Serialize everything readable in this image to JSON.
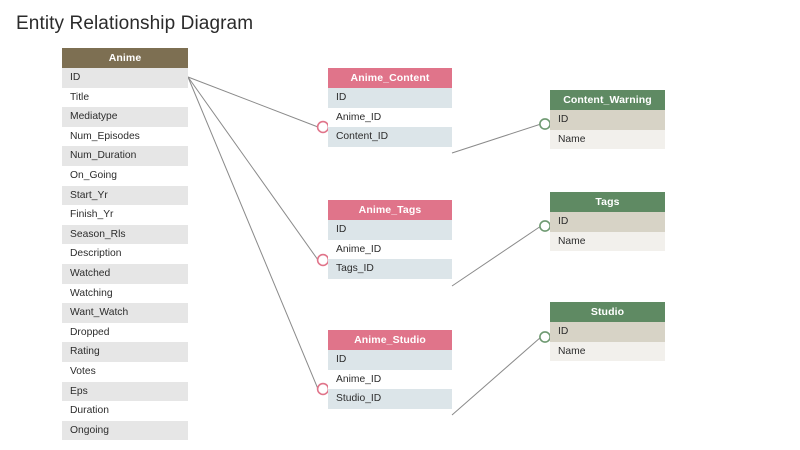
{
  "title": "Entity Relationship Diagram",
  "colors": {
    "anime_header": "#7d6f52",
    "junction_header": "#e0748a",
    "lookup_header": "#5f8a63",
    "anime_row_alt": "#e6e6e6",
    "junction_row_alt": "#dce5e9",
    "lookup_row_alt": "#d7d3c6",
    "connector_line": "#8a8a8a",
    "fk_marker": "#e0748a",
    "pk_marker": "#6f9a72",
    "title_text": "#2b2b2b",
    "background": "#ffffff"
  },
  "entities": {
    "anime": {
      "name": "Anime",
      "fields": [
        "ID",
        "Title",
        "Mediatype",
        "Num_Episodes",
        "Num_Duration",
        "On_Going",
        "Start_Yr",
        "Finish_Yr",
        "Season_Rls",
        "Description",
        "Watched",
        "Watching",
        "Want_Watch",
        "Dropped",
        "Rating",
        "Votes",
        "Eps",
        "Duration",
        "Ongoing"
      ]
    },
    "anime_content": {
      "name": "Anime_Content",
      "fields": [
        "ID",
        "Anime_ID",
        "Content_ID"
      ]
    },
    "anime_tags": {
      "name": "Anime_Tags",
      "fields": [
        "ID",
        "Anime_ID",
        "Tags_ID"
      ]
    },
    "anime_studio": {
      "name": "Anime_Studio",
      "fields": [
        "ID",
        "Anime_ID",
        "Studio_ID"
      ]
    },
    "content_warning": {
      "name": "Content_Warning",
      "fields": [
        "ID",
        "Name"
      ]
    },
    "tags": {
      "name": "Tags",
      "fields": [
        "ID",
        "Name"
      ]
    },
    "studio": {
      "name": "Studio",
      "fields": [
        "ID",
        "Name"
      ]
    }
  },
  "relationships": [
    {
      "from": "Anime.ID",
      "to": "Anime_Content.Anime_ID"
    },
    {
      "from": "Anime.ID",
      "to": "Anime_Tags.Anime_ID"
    },
    {
      "from": "Anime.ID",
      "to": "Anime_Studio.Anime_ID"
    },
    {
      "from": "Anime_Content.Content_ID",
      "to": "Content_Warning.ID"
    },
    {
      "from": "Anime_Tags.Tags_ID",
      "to": "Tags.ID"
    },
    {
      "from": "Anime_Studio.Studio_ID",
      "to": "Studio.ID"
    }
  ]
}
